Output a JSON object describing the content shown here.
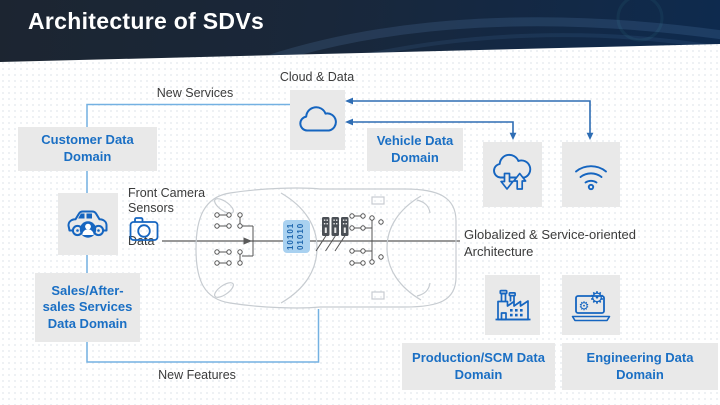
{
  "title": "Architecture of SDVs",
  "labels": {
    "cloud_data": "Cloud & Data",
    "new_services": "New Services",
    "new_features": "New Features",
    "front_camera_sensors": "Front Camera Sensors",
    "data": "Data",
    "globalized_architecture": "Globalized & Service-oriented Architecture"
  },
  "domains": {
    "customer": "Customer Data Domain",
    "vehicle": "Vehicle Data Domain",
    "sales": "Sales/After-sales Services Data Domain",
    "production": "Production/SCM Data Domain",
    "engineering": "Engineering Data Domain"
  },
  "chip": {
    "line1": "10101",
    "line2": "01010"
  },
  "icons": {
    "cloud": "cloud-icon",
    "connected_car": "car-user-icon",
    "camera": "camera-icon",
    "cloud_sync": "cloud-upload-download-icon",
    "wifi": "wifi-icon",
    "factory": "factory-icon",
    "engineering": "laptop-gears-icon",
    "ecu": "ecu-server-icons"
  },
  "colors": {
    "header_bg": "#1b2433",
    "header_bg_accent": "#0e2a4e",
    "box_gray": "#e9e9e9",
    "domain_text_blue": "#1a6fc4",
    "icon_blue": "#1565c0",
    "arrow_blue": "#2e6db4",
    "connector_light_blue": "#74b1e2",
    "line_dark": "#555555",
    "text_dark": "#3b3b3b",
    "chip_bg": "#a9d1f0"
  }
}
